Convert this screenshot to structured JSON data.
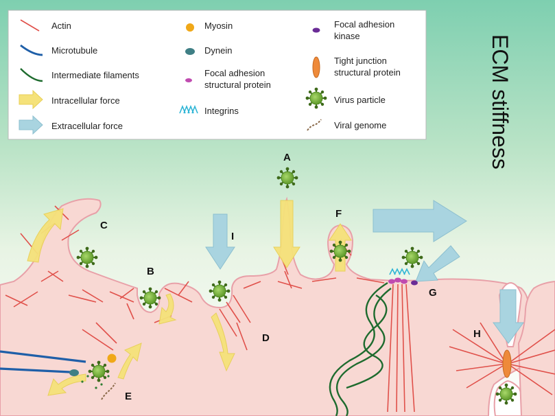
{
  "legend": {
    "items": [
      {
        "label": "Actin",
        "icon": "actin-icon"
      },
      {
        "label": "Microtubule",
        "icon": "microtubule-icon"
      },
      {
        "label": "Intermediate filaments",
        "icon": "intermediate-filament-icon"
      },
      {
        "label": "Intracellular force",
        "icon": "intracellular-force-arrow-icon"
      },
      {
        "label": "Extracellular force",
        "icon": "extracellular-force-arrow-icon"
      },
      {
        "label": "Myosin",
        "icon": "myosin-icon"
      },
      {
        "label": "Dynein",
        "icon": "dynein-icon"
      },
      {
        "label_line1": "Focal adhesion",
        "label_line2": "structural protein",
        "icon": "focal-adhesion-protein-icon"
      },
      {
        "label": "Integrins",
        "icon": "integrin-icon"
      },
      {
        "label_line1": "Focal adhesion",
        "label_line2": "kinase",
        "icon": "focal-adhesion-kinase-icon"
      },
      {
        "label_line1": "Tight junction",
        "label_line2": "structural protein",
        "icon": "tight-junction-protein-icon"
      },
      {
        "label": "Virus particle",
        "icon": "virus-particle-icon"
      },
      {
        "label": "Viral genome",
        "icon": "viral-genome-icon"
      }
    ]
  },
  "side_title": "ECM stiffness",
  "regions": {
    "A": "A",
    "B": "B",
    "C": "C",
    "D": "D",
    "E": "E",
    "F": "F",
    "G": "G",
    "H": "H",
    "I": "I"
  },
  "colors": {
    "actin": "#e0504a",
    "microtubule": "#1f5fa8",
    "intermediate": "#1e6b2e",
    "intracellular_force": "#f5e27a",
    "extracellular_force": "#a9d4e0",
    "myosin": "#f0a818",
    "dynein": "#3f7f85",
    "focal_adhesion_protein": "#c04bb0",
    "integrin": "#2fb5d6",
    "focal_adhesion_kinase": "#6a2c96",
    "tight_junction": "#ee8a3a",
    "virus": "#7dbb3a",
    "cell": "#f8d8d3",
    "membrane": "#e8a0a8"
  }
}
